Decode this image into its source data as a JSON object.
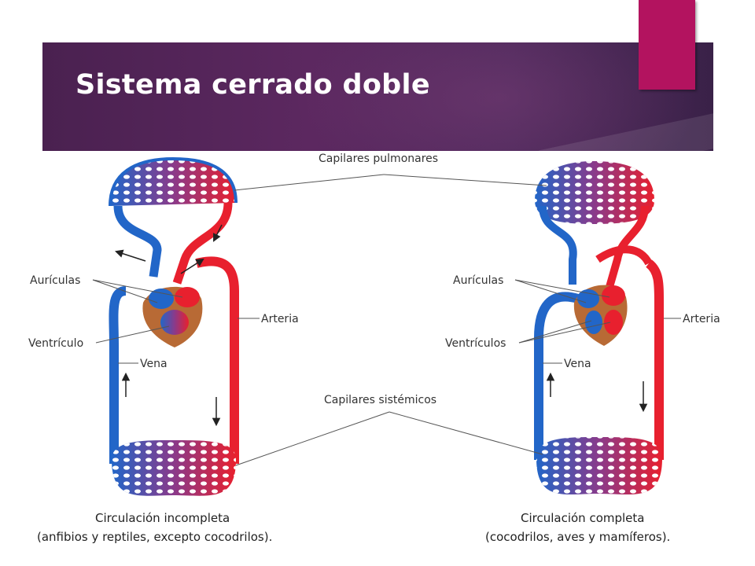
{
  "title": "Sistema cerrado doble",
  "colors": {
    "banner": "#4a2150",
    "accent": "#b3135f",
    "blood_oxygenated": "#e8202e",
    "blood_deoxygenated": "#2266c8",
    "heart_tissue": "#b86a35"
  },
  "labels": {
    "capilares_pulmonares": "Capilares pulmonares",
    "capilares_sistemicos": "Capilares sistémicos",
    "left": {
      "auriculas": "Aurículas",
      "ventriculo": "Ventrículo",
      "vena": "Vena",
      "arteria": "Arteria",
      "caption_line1": "Circulación incompleta",
      "caption_line2": "(anfibios y reptiles, excepto cocodrilos)."
    },
    "right": {
      "auriculas": "Aurículas",
      "ventriculos": "Ventrículos",
      "vena": "Vena",
      "arteria": "Arteria",
      "caption_line1": "Circulación completa",
      "caption_line2": "(cocodrilos, aves y mamíferos)."
    }
  }
}
